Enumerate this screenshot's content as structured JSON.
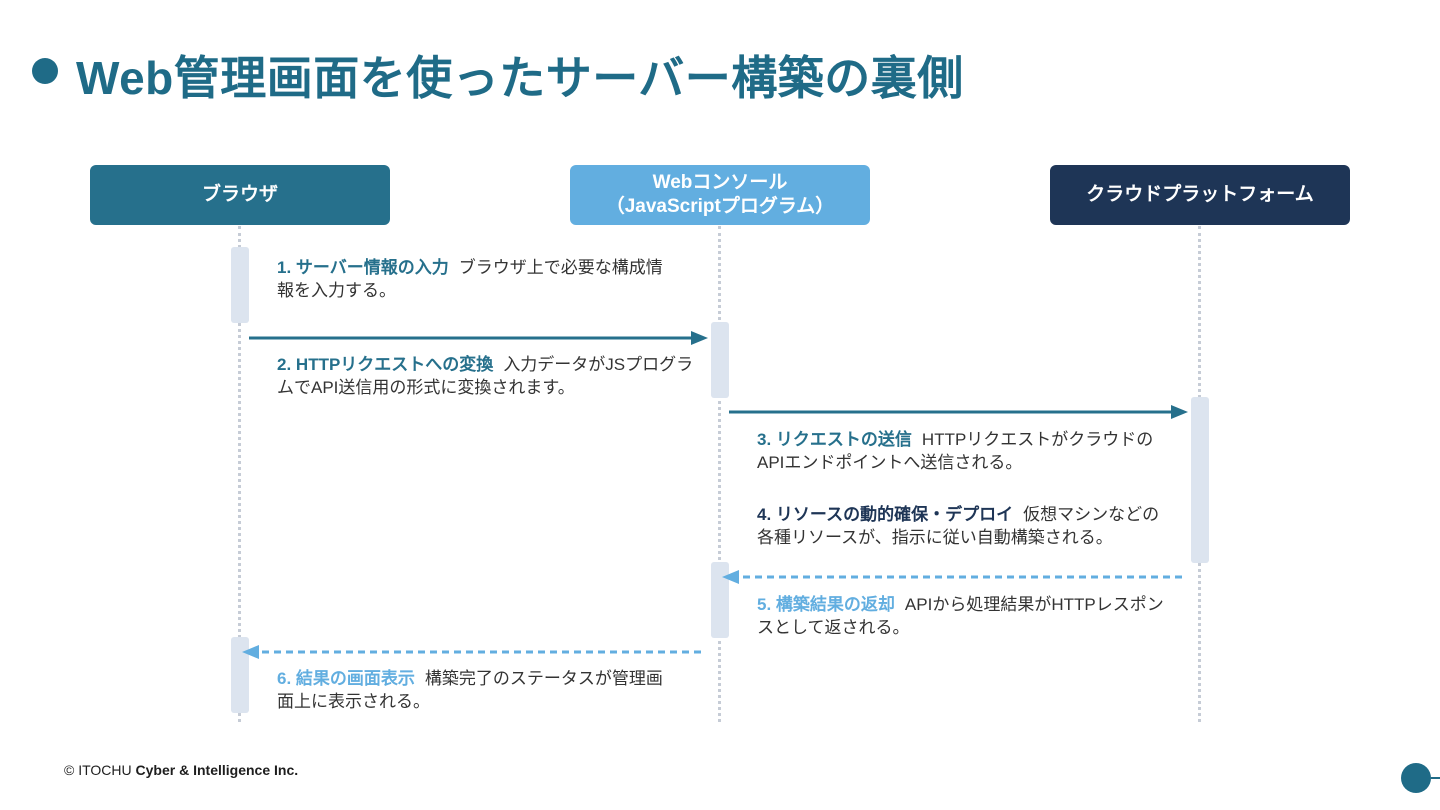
{
  "page": {
    "title": "Web管理画面を使ったサーバー構築の裏側"
  },
  "participants": {
    "browser": {
      "label": "ブラウザ"
    },
    "console": {
      "label_line1": "Webコンソール",
      "label_line2": "（JavaScriptプログラム）"
    },
    "cloud": {
      "label": "クラウドプラットフォーム"
    }
  },
  "steps": [
    {
      "num": "1.",
      "title": "サーバー情報の入力",
      "desc": "ブラウザ上で必要な構成情報を入力する。"
    },
    {
      "num": "2.",
      "title": "HTTPリクエストへの変換",
      "desc": "入力データがJSプログラムでAPI送信用の形式に変換されます。"
    },
    {
      "num": "3.",
      "title": "リクエストの送信",
      "desc": "HTTPリクエストがクラウドのAPIエンドポイントへ送信される。"
    },
    {
      "num": "4.",
      "title": "リソースの動的確保・デプロイ",
      "desc": "仮想マシンなどの各種リソースが、指示に従い自動構築される。"
    },
    {
      "num": "5.",
      "title": "構築結果の返却",
      "desc": "APIから処理結果がHTTPレスポンスとして返される。"
    },
    {
      "num": "6.",
      "title": "結果の画面表示",
      "desc": "構築完了のステータスが管理画面上に表示される。"
    }
  ],
  "colors": {
    "primary": "#1f6b87",
    "browser": "#26708c",
    "console": "#62aee0",
    "cloud": "#1e3556",
    "activation": "#dce4ef",
    "lifeline": "#c6ccd6"
  },
  "footer": {
    "copyright": "© ITOCHU",
    "brand": "Cyber & Intelligence Inc."
  }
}
